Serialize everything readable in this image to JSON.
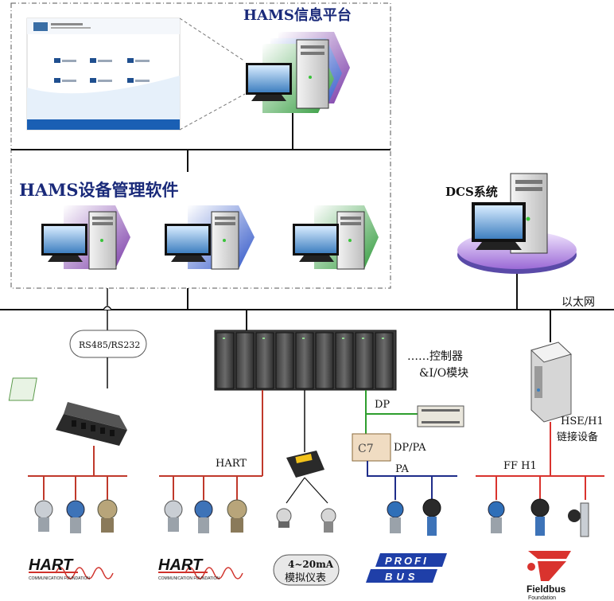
{
  "labels": {
    "info_platform": "HAMS信息平台",
    "device_software": "HAMS设备管理软件",
    "dcs": "DCS系统",
    "ethernet": "以太网",
    "rs485": "RS485/RS232",
    "controller": "……控制器",
    "io_module": "&I/O模块",
    "dp": "DP",
    "dp_pa": "DP/PA",
    "pa": "PA",
    "hart_bus": "HART",
    "ff_h1": "FF H1",
    "hse_h1": "HSE/H1",
    "link_device": "链接设备",
    "analog_range": "4~20mA",
    "analog_meter": "模拟仪表"
  },
  "logos": {
    "hart_1": "HART",
    "hart_1_sub": "COMMUNICATION FOUNDATION",
    "hart_2": "HART",
    "hart_2_sub": "COMMUNICATION FOUNDATION",
    "profibus_top": "PROFI",
    "profibus_bottom": "BUS",
    "fieldbus": "Fieldbus",
    "fieldbus_sub": "Foundation"
  },
  "colors": {
    "bus_black": "#111111",
    "hart_red": "#c0392b",
    "dp_green": "#2e9e2e",
    "pa_blue": "#1f2d8a",
    "ff_red": "#d9332e",
    "title_blue": "#1a2a7a"
  }
}
